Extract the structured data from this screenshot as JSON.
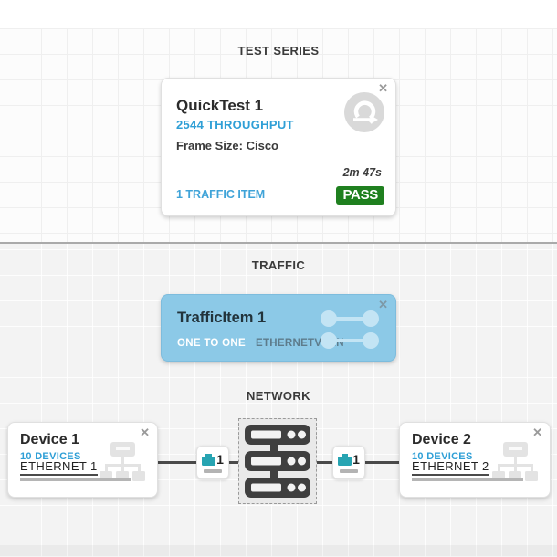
{
  "colors": {
    "accent_blue": "#2f9fd6",
    "pass_green": "#1f801f",
    "traffic_card_bg": "#8cc9e7",
    "port_teal": "#27a4b2",
    "switch_dark": "#3f3f3f"
  },
  "test_series": {
    "section_label": "TEST SERIES",
    "card": {
      "title": "QuickTest 1",
      "subtitle": "2544 THROUGHPUT",
      "detail": "Frame Size: Cisco",
      "duration": "2m 47s",
      "traffic_link": "1 TRAFFIC ITEM",
      "status": "PASS",
      "close_icon": "✕"
    }
  },
  "traffic": {
    "section_label": "TRAFFIC",
    "card": {
      "title": "TrafficItem 1",
      "mode": "ONE TO ONE",
      "encapsulation": "ETHERNETVLAN",
      "close_icon": "✕"
    }
  },
  "network": {
    "section_label": "NETWORK",
    "device1": {
      "title": "Device 1",
      "count": "10 DEVICES",
      "port_label": "ETHERNET 1",
      "close_icon": "✕"
    },
    "device2": {
      "title": "Device 2",
      "count": "10 DEVICES",
      "port_label": "ETHERNET 2",
      "close_icon": "✕"
    },
    "port_badge1": {
      "number": "1"
    },
    "port_badge2": {
      "number": "1"
    }
  }
}
